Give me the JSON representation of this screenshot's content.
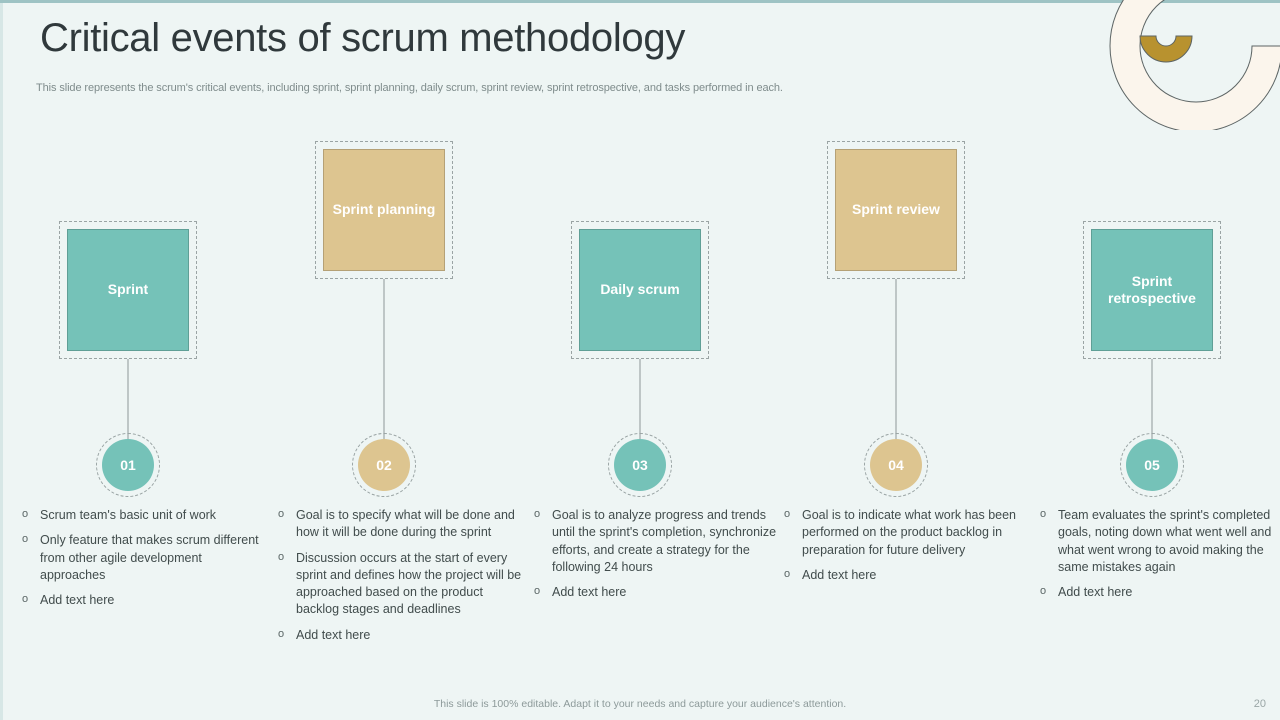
{
  "slide": {
    "title": "Critical events of scrum methodology",
    "subtitle": "This slide represents the scrum's critical events, including sprint, sprint planning, daily scrum, sprint review, sprint retrospective, and tasks performed in each.",
    "footer_note": "This slide is 100% editable. Adapt it to your needs and capture your audience's attention.",
    "page_number": "20"
  },
  "colors": {
    "background": "#eef5f4",
    "teal": "#75c2b8",
    "gold": "#ddc590",
    "text": "#414c4c",
    "dashed_border": "#9aa4a4",
    "connector": "#8d9898",
    "top_rule": "#9ec3c4",
    "deco_cream": "#fbf5ec",
    "deco_gold": "#b8922f"
  },
  "columns": [
    {
      "id": "01",
      "label": "Sprint",
      "theme": "teal",
      "bullets": [
        "Scrum team's basic unit of work",
        "Only feature that makes scrum different from other agile  development approaches",
        "Add text here"
      ]
    },
    {
      "id": "02",
      "label": "Sprint planning",
      "theme": "gold",
      "bullets": [
        "Goal is to specify what  will be done and how it  will be done during the sprint",
        "Discussion occurs at the start of every sprint and defines how the project will be approached based on the product backlog stages and deadlines",
        "Add text here"
      ]
    },
    {
      "id": "03",
      "label": "Daily scrum",
      "theme": "teal",
      "bullets": [
        "Goal is to analyze progress and trends until the sprint's completion, synchronize efforts, and create a strategy for the following 24 hours",
        "Add text here"
      ]
    },
    {
      "id": "04",
      "label": "Sprint review",
      "theme": "gold",
      "bullets": [
        "Goal is to indicate what work has been performed on the product backlog in preparation for future delivery",
        "Add text here"
      ]
    },
    {
      "id": "05",
      "label": "Sprint retrospective",
      "theme": "teal",
      "bullets": [
        "Team evaluates the sprint's completed goals, noting down what went well and what went wrong to avoid making the same mistakes again",
        "Add text here"
      ]
    }
  ],
  "bullet_marker": "o"
}
